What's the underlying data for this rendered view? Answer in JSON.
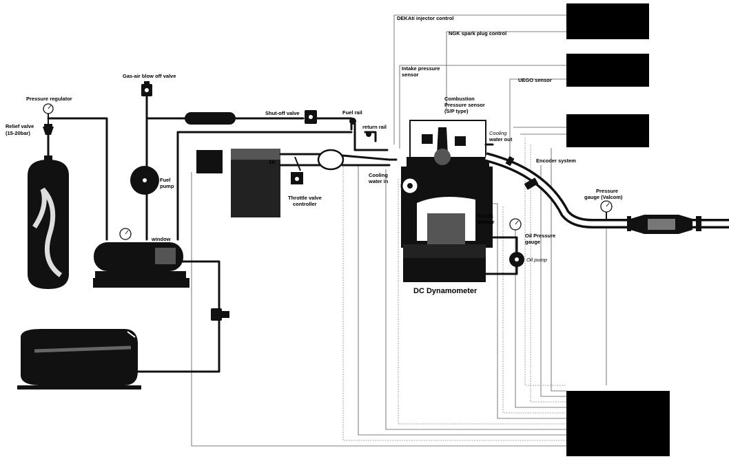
{
  "labels": {
    "pressure_regulator": "Pressure regulator",
    "relief_valve_1": "Relief valve",
    "relief_valve_2": "(15-20bar)",
    "gas_air_blow_off_valve": "Gas-air blow off valve",
    "fuel_pump_1": "Fuel",
    "fuel_pump_2": "pump",
    "window": "window",
    "shut_off_valve": "Shut-off valve",
    "fuel_rail": "Fuel rail",
    "return_rail": "return rail",
    "throttle_valve_1": "Throttle valve",
    "throttle_valve_2": "controller",
    "tank_text": "1K",
    "dekati_injector_control": "DEKAti injector control",
    "ngk_spark_plug_control": "NGK spark plug control",
    "intake_pressure_1": "Intake pressure",
    "intake_pressure_2": "sensor",
    "combustion_pressure_1": "Combustion",
    "combustion_pressure_2": "Pressure sensor",
    "combustion_pressure_3": "(S/P type)",
    "uego_sensor": "UEGO sensor",
    "cooling_water_out_1": "Cooling",
    "cooling_water_out_2": "water out",
    "cooling_water_in_1": "Cooling",
    "cooling_water_in_2": "water in",
    "encoder_system": "Encoder system",
    "pressure_gauge_1": "Pressure",
    "pressure_gauge_2": "gauge (Valcom)",
    "knock_sensor_1": "Knock",
    "knock_sensor_2": "sensor",
    "oil_pressure_gauge_1": "Oil Pressure",
    "oil_pressure_gauge_2": "gauge",
    "oil_pump": "Oil pump",
    "dc_dynamometer": "DC Dynamometer"
  },
  "colors": {
    "pipe": "#111111",
    "signal_wire": "#555555",
    "device_box": "#000000",
    "background": "#ffffff"
  },
  "icons": [
    "pressure-gauge-icon",
    "valve-icon",
    "pump-icon",
    "gas-cylinder-icon",
    "compressor-icon",
    "engine-icon",
    "catalyst-icon"
  ]
}
